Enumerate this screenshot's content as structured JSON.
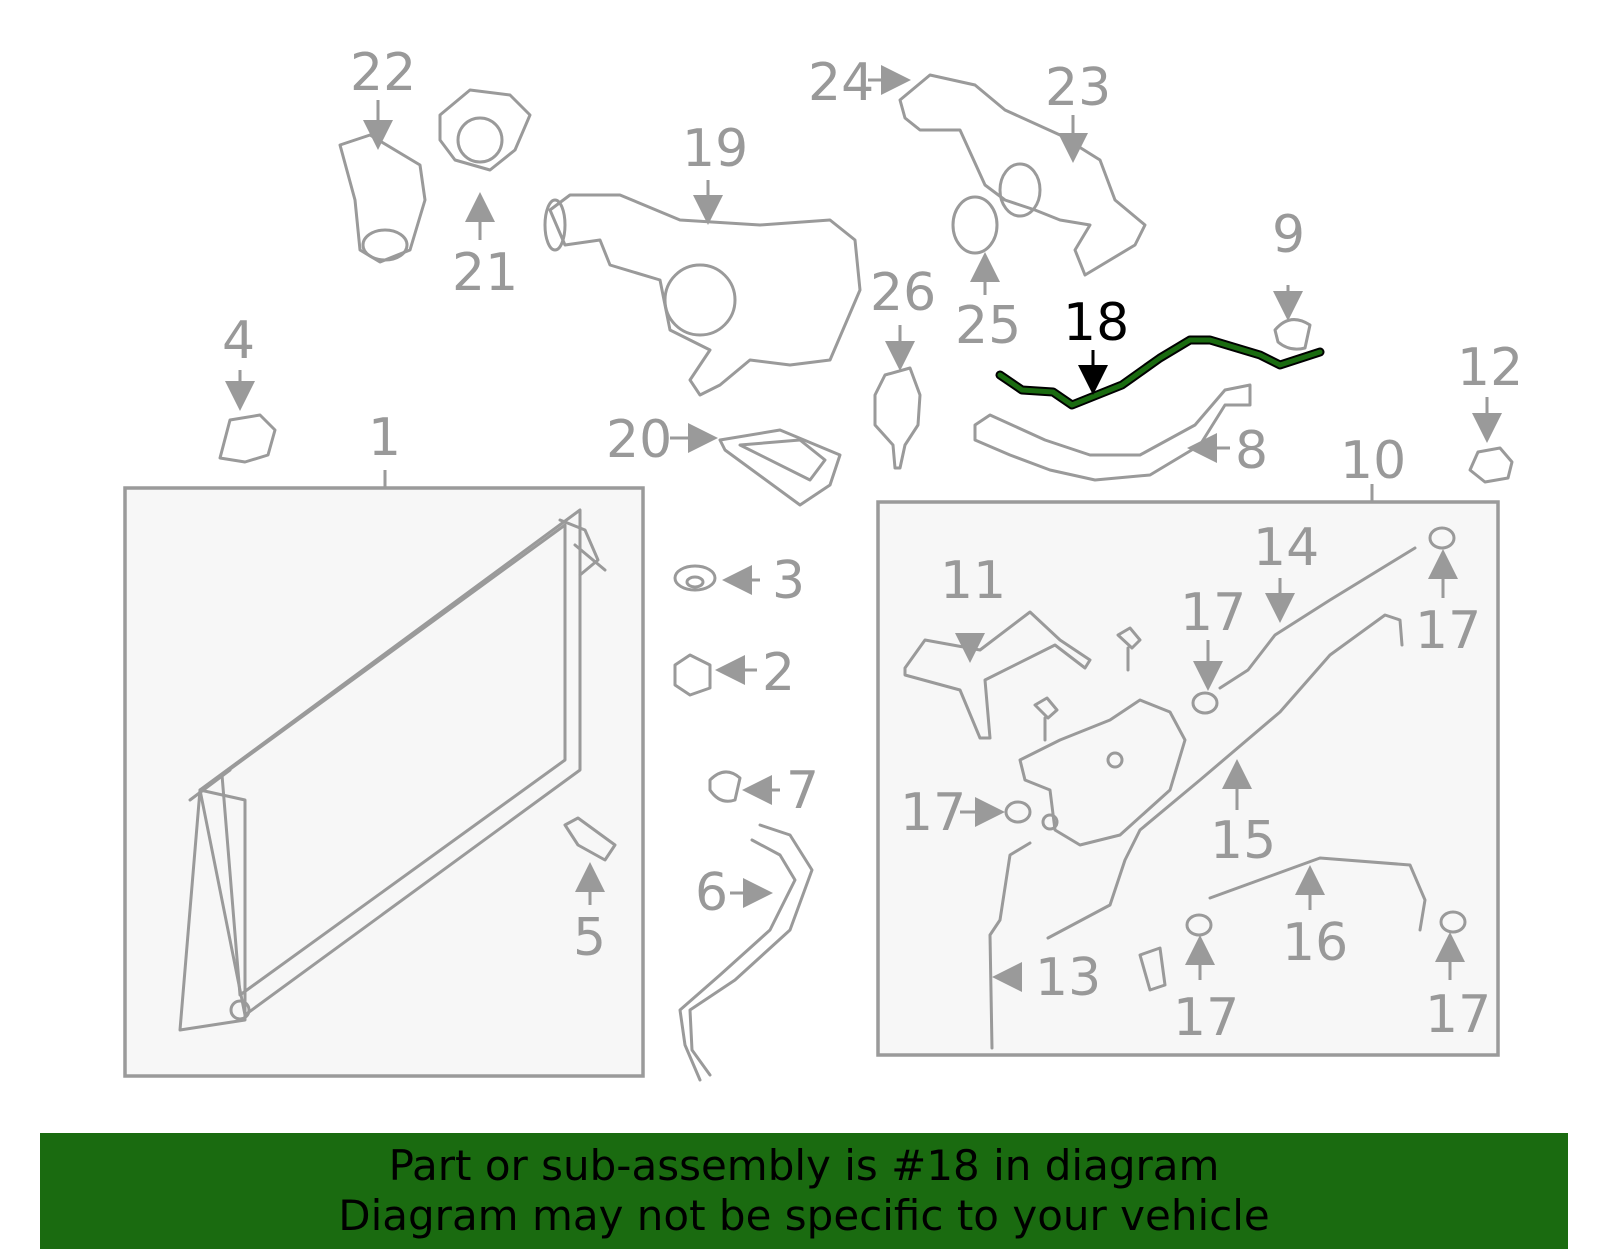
{
  "labels": {
    "p1": "1",
    "p2": "2",
    "p3": "3",
    "p4": "4",
    "p5": "5",
    "p6": "6",
    "p7": "7",
    "p8": "8",
    "p9": "9",
    "p10": "10",
    "p11": "11",
    "p12": "12",
    "p13": "13",
    "p14": "14",
    "p15": "15",
    "p16": "16",
    "p17a": "17",
    "p17b": "17",
    "p17c": "17",
    "p17d": "17",
    "p17e": "17",
    "p18": "18",
    "p19": "19",
    "p20": "20",
    "p21": "21",
    "p22": "22",
    "p23": "23",
    "p24": "24",
    "p25": "25",
    "p26": "26"
  },
  "highlighted_part": "18",
  "colors": {
    "highlight": "#1a6b10",
    "part_stroke": "#9a9a9a",
    "banner_bg": "#1a6b10"
  },
  "banner": {
    "line1": "Part or sub-assembly is #18 in diagram",
    "line2": "Diagram may not be specific to your vehicle"
  }
}
